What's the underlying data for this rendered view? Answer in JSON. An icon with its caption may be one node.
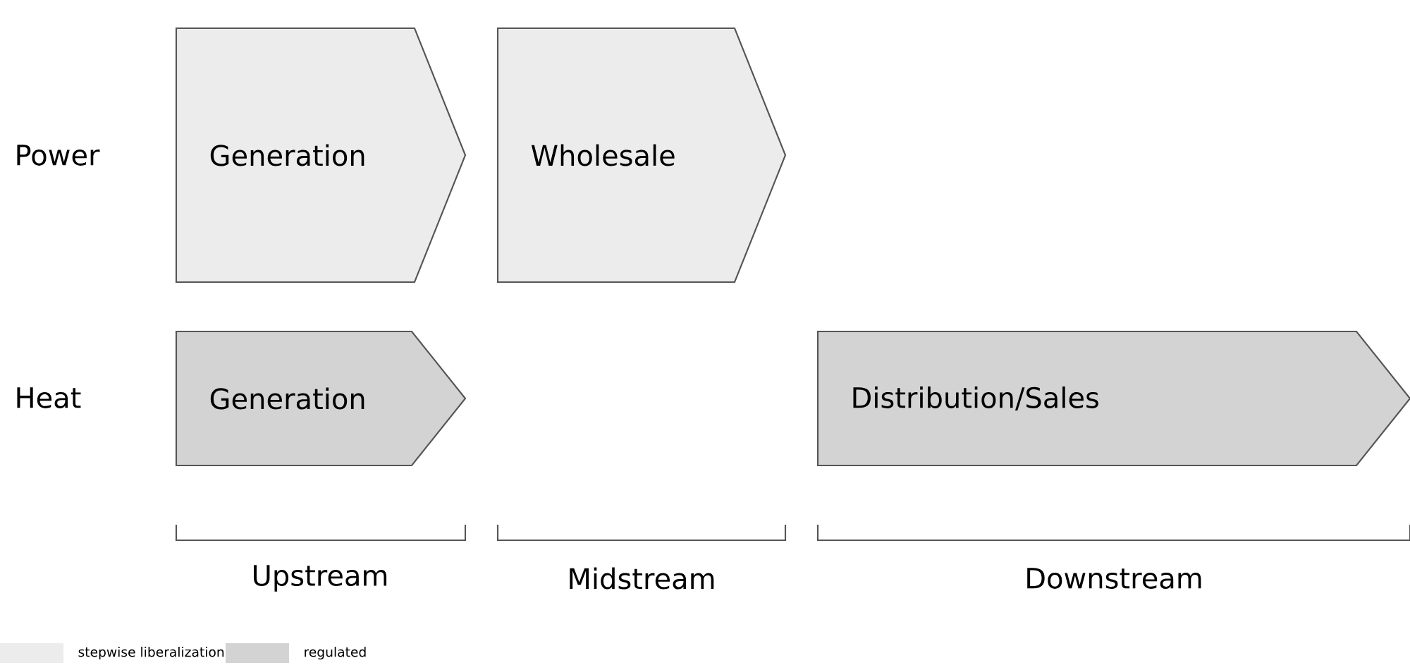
{
  "diagram": {
    "nodes": [
      {
        "text": [
          "Generation"
        ]
      },
      {
        "text": [
          "Wholesale"
        ]
      },
      {
        "text": [
          "Generation"
        ]
      },
      {
        "text": [
          "Distribution/Sales"
        ]
      }
    ],
    "labels": [
      "Power",
      "Heat",
      "Upstream",
      "Midstream",
      "Downstream"
    ],
    "legend": [
      {
        "text": "stepwise liberalization",
        "color": "#ececec"
      },
      {
        "text": "regulated",
        "color": "#d3d3d3"
      }
    ]
  }
}
